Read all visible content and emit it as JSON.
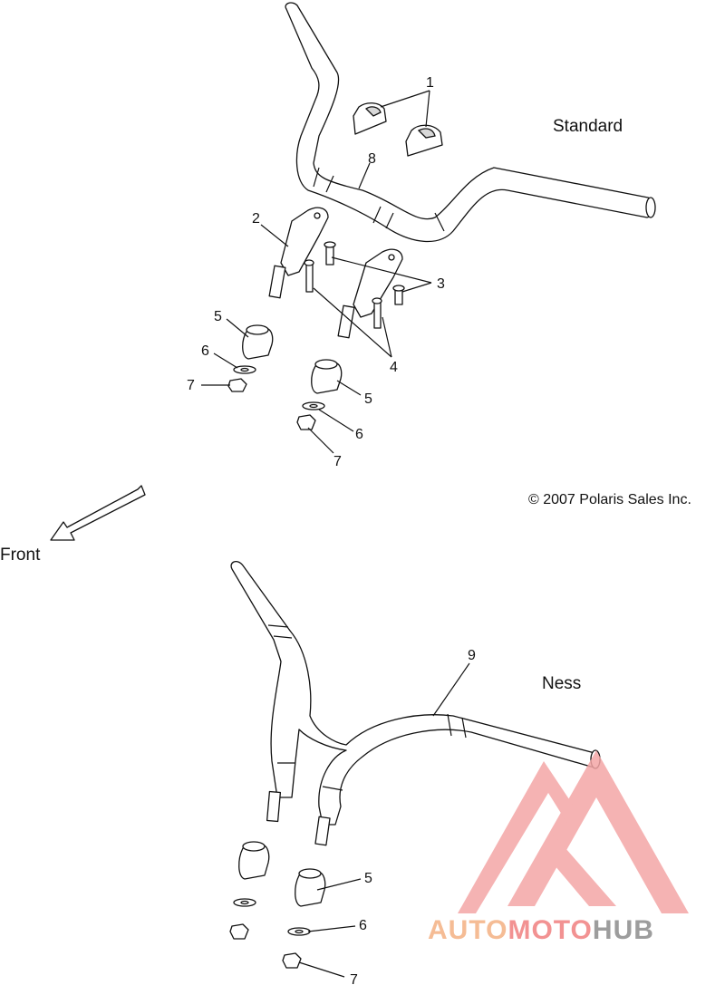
{
  "labels": {
    "standard": "Standard",
    "ness": "Ness",
    "front": "Front",
    "copyright": "© 2007 Polaris Sales Inc."
  },
  "callouts": {
    "c1": "1",
    "c2": "2",
    "c3": "3",
    "c4": "4",
    "c5": "5",
    "c6": "6",
    "c7": "7",
    "c8": "8",
    "c9": "9",
    "c5b": "5",
    "c6b": "6",
    "c7b": "7",
    "c5c": "5",
    "c6c": "6",
    "c7c": "7"
  },
  "watermark": {
    "part1": "AUTO",
    "part2": "MOTO",
    "part3": "HUB",
    "colors": {
      "auto": "#f4b183",
      "moto": "#f08080",
      "hub": "#8c8c8c",
      "triangle": "#f4a6a6"
    }
  }
}
